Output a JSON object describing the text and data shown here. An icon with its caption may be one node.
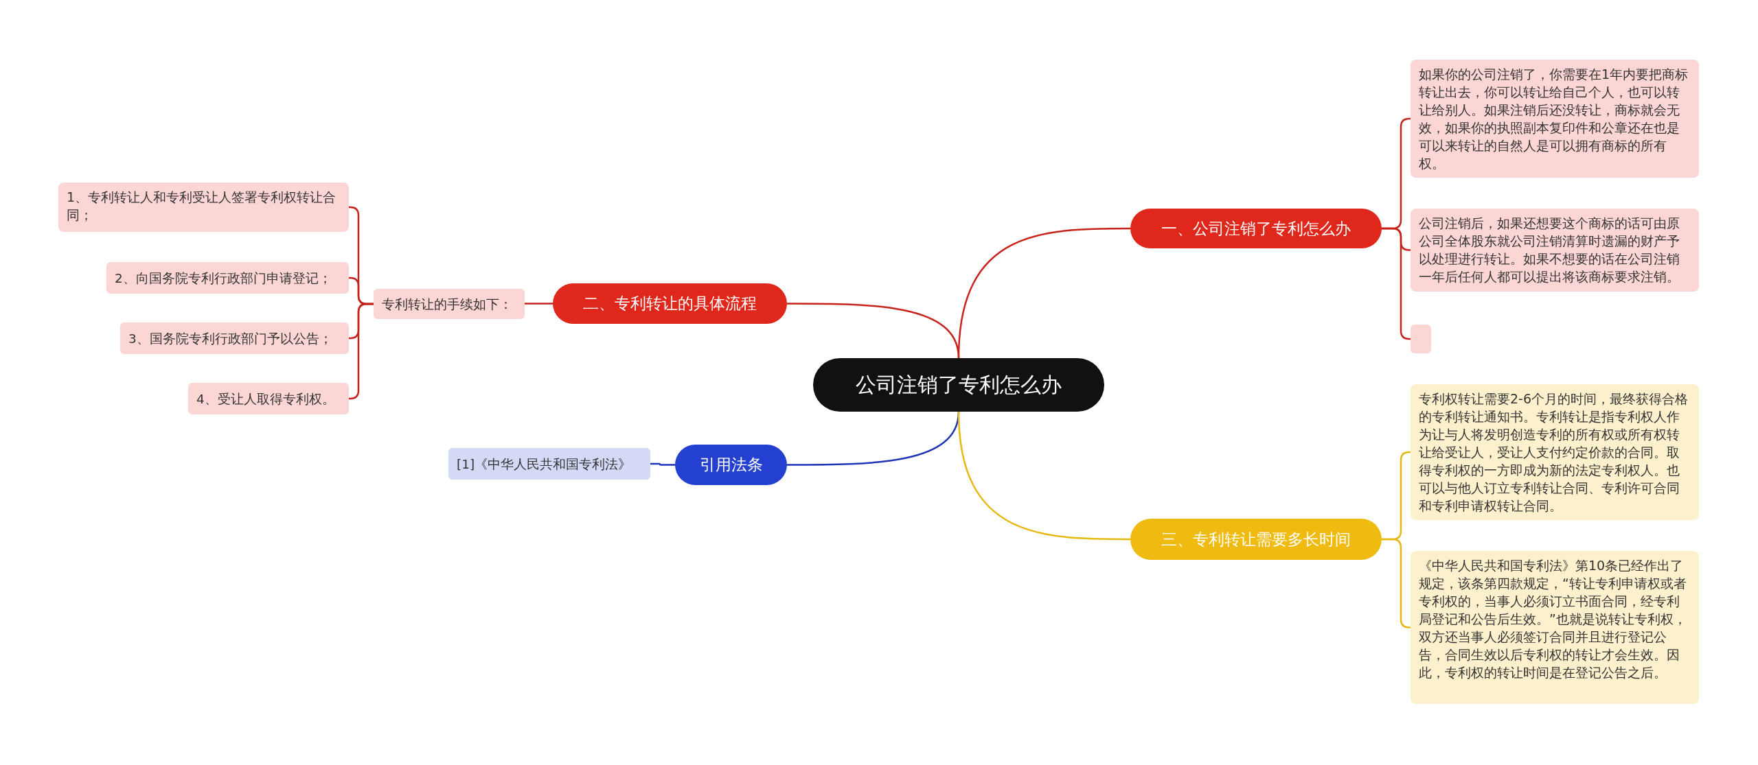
{
  "diagram": {
    "nodes": [
      {
        "text": [
          "公司注销了专利怎么办"
        ]
      },
      {
        "text": [
          "一、公司注销了专利怎么办"
        ]
      },
      {
        "text": [
          "如果你的公司注销了，你需要在1年内要把商标转让出去，你可以转让给自己个人，也可以转让给别人。如果注销后还没转让，商标就会无效，如果你的执照副本复印件和公章还在也是可以来转让的自然人是可以拥有商标的所有权。"
        ]
      },
      {
        "text": [
          "公司注销后，如果还想要这个商标的话可由原公司全体股东就公司注销清算时遗漏的财产予以处理进行转让。如果不想要的话在公司注销一年后任何人都可以提出将该商标要求注销。"
        ]
      },
      {
        "text": [],
        "shape": "box"
      },
      {
        "text": [
          "二、专利转让的具体流程"
        ]
      },
      {
        "text": [
          "专利转让的手续如下："
        ]
      },
      {
        "text": [
          "1、专利转让人和专利受让人签署专利权转让合同；"
        ]
      },
      {
        "text": [
          "2、向国务院专利行政部门申请登记；"
        ]
      },
      {
        "text": [
          "3、国务院专利行政部门予以公告；"
        ]
      },
      {
        "text": [
          "4、受让人取得专利权。"
        ]
      },
      {
        "text": [
          "引用法条"
        ]
      },
      {
        "text": [
          "[1]《中华人民共和国专利法》"
        ]
      },
      {
        "text": [
          "三、专利转让需要多长时间"
        ]
      },
      {
        "text": [
          "专利权转让需要2-6个月的时间，最终获得合格的专利转让通知书。专利转让是指专利权人作为让与人将发明创造专利的所有权或所有权转让给受让人，受让人支付约定价款的合同。取得专利权的一方即成为新的法定专利权人。也可以与他人订立专利转让合同、专利许可合同和专利申请权转让合同。"
        ]
      },
      {
        "text": [
          "《中华人民共和国专利法》第10条已经作出了规定，该条第四款规定，“转让专利申请权或者专利权的，当事人必须订立书面合同，经专利局登记和公告后生效。”也就是说转让专利权，双方还当事人必须签订合同并且进行登记公告，合同生效以后专利权的转让才会生效。因此，专利权的转让时间是在登记公告之后。"
        ]
      }
    ],
    "edges": [
      {
        "from": 0,
        "to": 1,
        "arrow": "none"
      },
      {
        "from": 1,
        "to": 2,
        "arrow": "none"
      },
      {
        "from": 1,
        "to": 3,
        "arrow": "none"
      },
      {
        "from": 1,
        "to": 4,
        "arrow": "none"
      },
      {
        "from": 0,
        "to": 5,
        "arrow": "none"
      },
      {
        "from": 5,
        "to": 6,
        "arrow": "none"
      },
      {
        "from": 6,
        "to": 7,
        "arrow": "none"
      },
      {
        "from": 6,
        "to": 8,
        "arrow": "none"
      },
      {
        "from": 6,
        "to": 9,
        "arrow": "none"
      },
      {
        "from": 6,
        "to": 10,
        "arrow": "none"
      },
      {
        "from": 0,
        "to": 11,
        "arrow": "none",
        "color": "#1f35b8"
      },
      {
        "from": 11,
        "to": 12,
        "arrow": "none",
        "color": "#1f35b8"
      },
      {
        "from": 0,
        "to": 13,
        "arrow": "none",
        "color": "#e6b812"
      },
      {
        "from": 13,
        "to": 14,
        "arrow": "none",
        "color": "#e6b812"
      },
      {
        "from": 13,
        "to": 15,
        "arrow": "none",
        "color": "#e6b812"
      }
    ]
  }
}
